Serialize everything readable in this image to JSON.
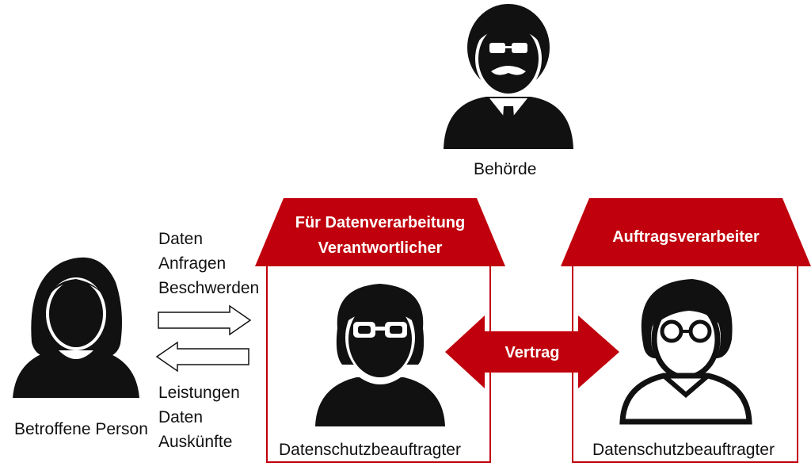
{
  "colors": {
    "accent": "#c0000c",
    "figure": "#111111",
    "background": "#ffffff"
  },
  "authority": {
    "label": "Behörde",
    "icon": "official-with-mustache-icon"
  },
  "data_subject": {
    "label": "Betroffene Person",
    "icon": "person-icon",
    "outgoing": [
      "Daten",
      "Anfragen",
      "Beschwerden"
    ],
    "incoming": [
      "Leistungen",
      "Daten",
      "Auskünfte"
    ]
  },
  "controller": {
    "roof_lines": [
      "Für Datenverarbeitung",
      "Verantwortlicher"
    ],
    "officer_label": "Datenschutzbeauftragter",
    "icon": "officer-with-glasses-icon"
  },
  "processor": {
    "roof_title": "Auftragsverarbeiter",
    "officer_label": "Datenschutzbeauftragter",
    "icon": "officer-with-round-glasses-icon"
  },
  "contract": {
    "label": "Vertrag"
  }
}
